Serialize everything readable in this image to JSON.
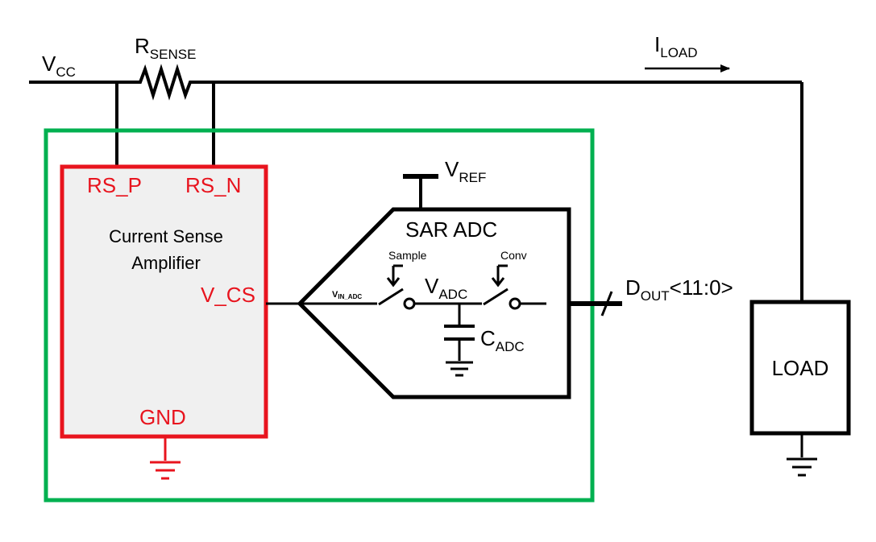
{
  "colors": {
    "wire": "#000000",
    "module_border": "#00b050",
    "amp_border": "#e8141e",
    "amp_fill": "#f0f0f0",
    "amp_text": "#e8141e"
  },
  "labels": {
    "vcc_main": "V",
    "vcc_sub": "CC",
    "rsense_main": "R",
    "rsense_sub": "SENSE",
    "iload_main": "I",
    "iload_sub": "LOAD",
    "vref_main": "V",
    "vref_sub": "REF",
    "dout_main": "D",
    "dout_sub": "OUT",
    "dout_bus": "<11:0>",
    "load": "LOAD"
  },
  "amplifier": {
    "pin_rs_p": "RS_P",
    "pin_rs_n": "RS_N",
    "title_line1": "Current Sense",
    "title_line2": "Amplifier",
    "pin_vcs": "V_CS",
    "pin_gnd": "GND"
  },
  "adc": {
    "title": "SAR ADC",
    "sample_label": "Sample",
    "conv_label": "Conv",
    "vin_main": "V",
    "vin_sub": "IN_ADC",
    "vadc_main": "V",
    "vadc_sub": "ADC",
    "cadc_main": "C",
    "cadc_sub": "ADC"
  }
}
